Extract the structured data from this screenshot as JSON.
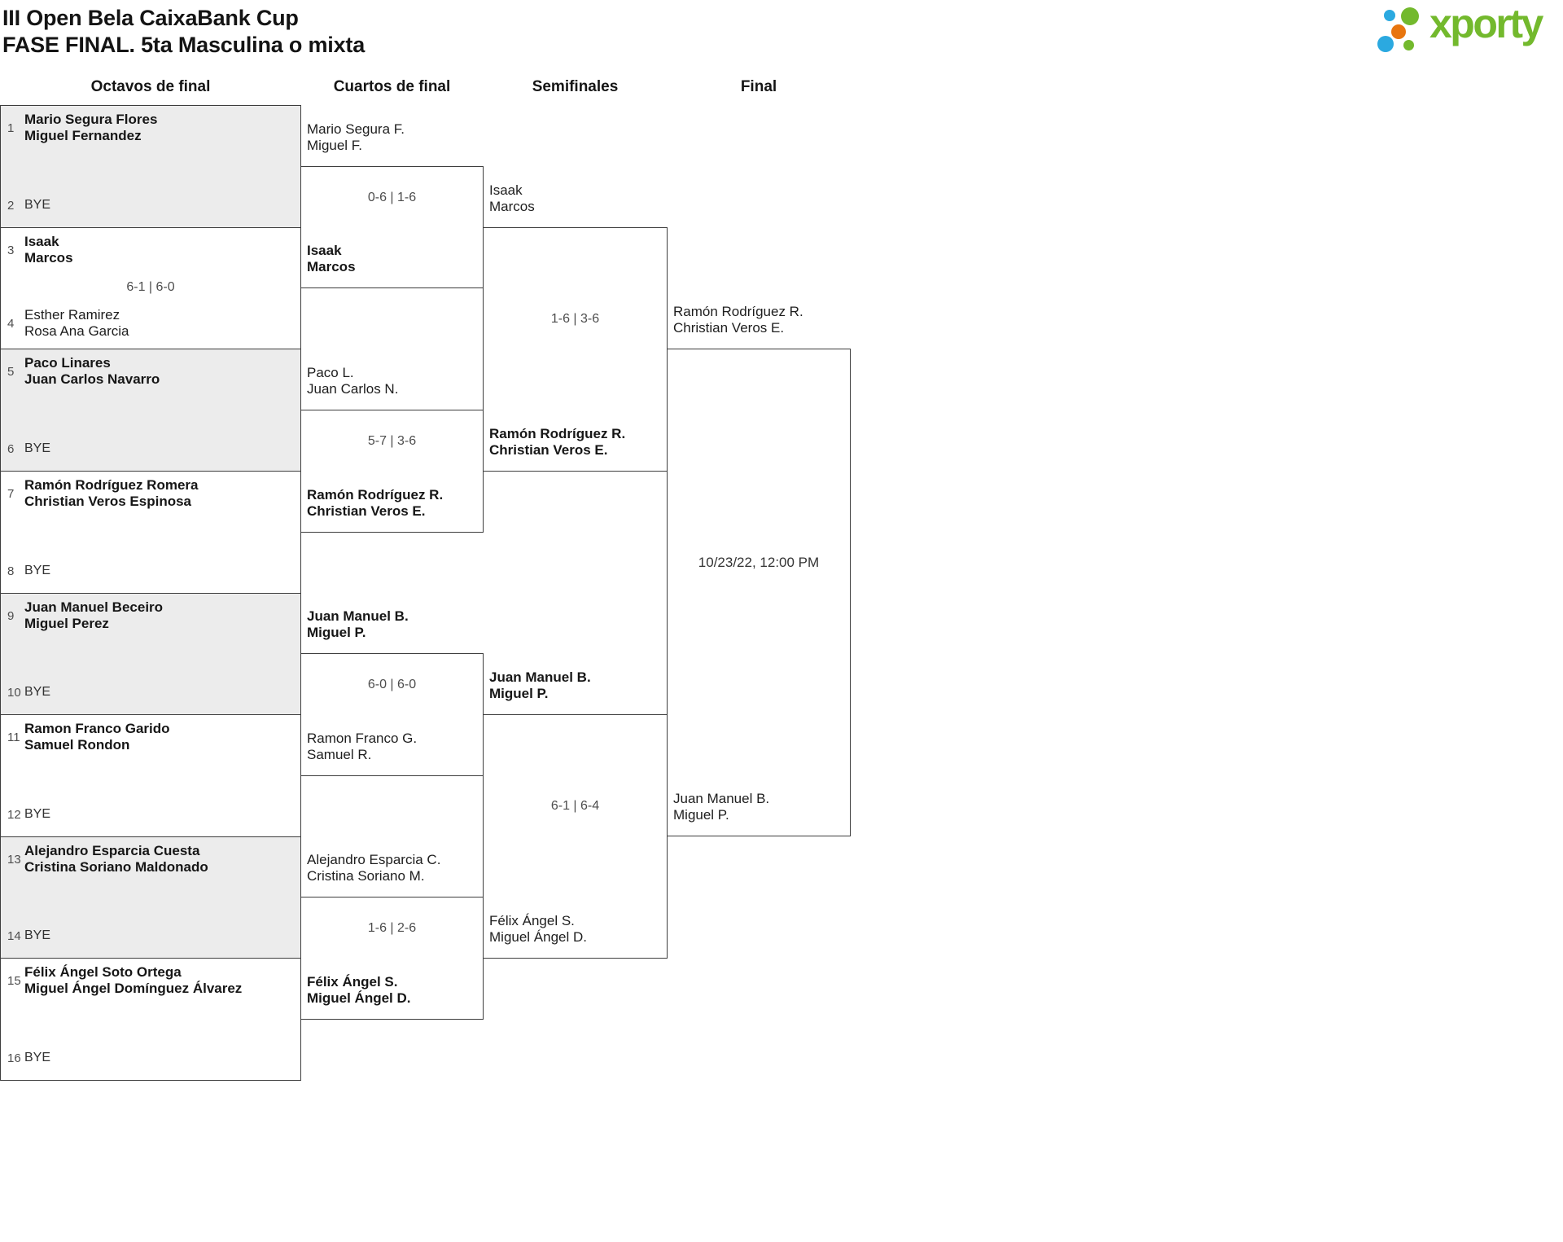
{
  "header": {
    "title_line1": "III Open Bela CaixaBank Cup",
    "title_line2": "FASE FINAL. 5ta Masculina o mixta"
  },
  "logo": {
    "text": "xporty",
    "green": "#73b92d",
    "blue": "#2ba9e0",
    "orange": "#e8750f"
  },
  "round_headers": [
    "Octavos de final",
    "Cuartos de final",
    "Semifinales",
    "Final"
  ],
  "octavos": [
    {
      "top": {
        "seed": "1",
        "lines": [
          "Mario Segura Flores",
          "Miguel Fernandez"
        ],
        "winner": true
      },
      "bottom": {
        "seed": "2",
        "lines": [
          "BYE"
        ],
        "winner": false
      },
      "score": ""
    },
    {
      "top": {
        "seed": "3",
        "lines": [
          "Isaak",
          "Marcos"
        ],
        "winner": true
      },
      "bottom": {
        "seed": "4",
        "lines": [
          "Esther Ramirez",
          "Rosa Ana Garcia"
        ],
        "winner": false
      },
      "score": "6-1 | 6-0"
    },
    {
      "top": {
        "seed": "5",
        "lines": [
          "Paco Linares",
          "Juan Carlos Navarro"
        ],
        "winner": true
      },
      "bottom": {
        "seed": "6",
        "lines": [
          "BYE"
        ],
        "winner": false
      },
      "score": ""
    },
    {
      "top": {
        "seed": "7",
        "lines": [
          "Ramón Rodríguez Romera",
          "Christian Veros Espinosa"
        ],
        "winner": true
      },
      "bottom": {
        "seed": "8",
        "lines": [
          "BYE"
        ],
        "winner": false
      },
      "score": ""
    },
    {
      "top": {
        "seed": "9",
        "lines": [
          "Juan Manuel Beceiro",
          "Miguel Perez"
        ],
        "winner": true
      },
      "bottom": {
        "seed": "10",
        "lines": [
          "BYE"
        ],
        "winner": false
      },
      "score": ""
    },
    {
      "top": {
        "seed": "11",
        "lines": [
          "Ramon Franco Garido",
          "Samuel Rondon"
        ],
        "winner": true
      },
      "bottom": {
        "seed": "12",
        "lines": [
          "BYE"
        ],
        "winner": false
      },
      "score": ""
    },
    {
      "top": {
        "seed": "13",
        "lines": [
          "Alejandro Esparcia Cuesta",
          "Cristina Soriano Maldonado"
        ],
        "winner": true
      },
      "bottom": {
        "seed": "14",
        "lines": [
          "BYE"
        ],
        "winner": false
      },
      "score": ""
    },
    {
      "top": {
        "seed": "15",
        "lines": [
          "Félix Ángel Soto Ortega",
          "Miguel Ángel Domínguez Álvarez"
        ],
        "winner": true
      },
      "bottom": {
        "seed": "16",
        "lines": [
          "BYE"
        ],
        "winner": false
      },
      "score": ""
    }
  ],
  "cuartos": [
    {
      "top": {
        "lines": [
          "Mario Segura F.",
          "Miguel F."
        ],
        "winner": false
      },
      "bottom": {
        "lines": [
          "Isaak",
          "Marcos"
        ],
        "winner": true
      },
      "score": "0-6 | 1-6"
    },
    {
      "top": {
        "lines": [
          "Paco L.",
          "Juan Carlos N."
        ],
        "winner": false
      },
      "bottom": {
        "lines": [
          "Ramón Rodríguez R.",
          "Christian Veros E."
        ],
        "winner": true
      },
      "score": "5-7 | 3-6"
    },
    {
      "top": {
        "lines": [
          "Juan Manuel B.",
          "Miguel P."
        ],
        "winner": true
      },
      "bottom": {
        "lines": [
          "Ramon Franco G.",
          "Samuel R."
        ],
        "winner": false
      },
      "score": "6-0 | 6-0"
    },
    {
      "top": {
        "lines": [
          "Alejandro Esparcia C.",
          "Cristina Soriano M."
        ],
        "winner": false
      },
      "bottom": {
        "lines": [
          "Félix Ángel S.",
          "Miguel Ángel D."
        ],
        "winner": true
      },
      "score": "1-6 | 2-6"
    }
  ],
  "semifinales": [
    {
      "top": {
        "lines": [
          "Isaak",
          "Marcos"
        ],
        "winner": false
      },
      "bottom": {
        "lines": [
          "Ramón Rodríguez R.",
          "Christian Veros E."
        ],
        "winner": true
      },
      "score": "1-6 | 3-6"
    },
    {
      "top": {
        "lines": [
          "Juan Manuel B.",
          "Miguel P."
        ],
        "winner": true
      },
      "bottom": {
        "lines": [
          "Félix Ángel S.",
          "Miguel Ángel D."
        ],
        "winner": false
      },
      "score": "6-1 | 6-4"
    }
  ],
  "final": {
    "top": {
      "lines": [
        "Ramón Rodríguez R.",
        "Christian Veros E."
      ],
      "winner": false
    },
    "bottom": {
      "lines": [
        "Juan Manuel B.",
        "Miguel P."
      ],
      "winner": false
    },
    "datetime": "10/23/22, 12:00 PM"
  }
}
